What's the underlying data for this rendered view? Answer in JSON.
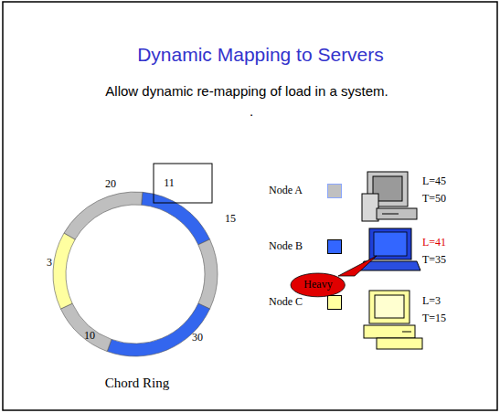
{
  "diagram": {
    "title": "Dynamic Mapping to Servers",
    "nodes": [
      {
        "text": [
          "Heavy"
        ]
      }
    ],
    "labels": [
      "Allow dynamic re-mapping of load in a system.",
      ".",
      "20",
      "11",
      "15",
      "3",
      "10",
      "30",
      "Chord Ring",
      "L=45",
      "T=50",
      "L=41",
      "T=35",
      "L=3",
      "T=15"
    ],
    "legend": [
      {
        "text": "Node A",
        "color": "#c0c0c0"
      },
      {
        "text": "Node B",
        "color": "#3366ff"
      },
      {
        "text": "Node C",
        "color": "#ffffa0"
      }
    ]
  }
}
